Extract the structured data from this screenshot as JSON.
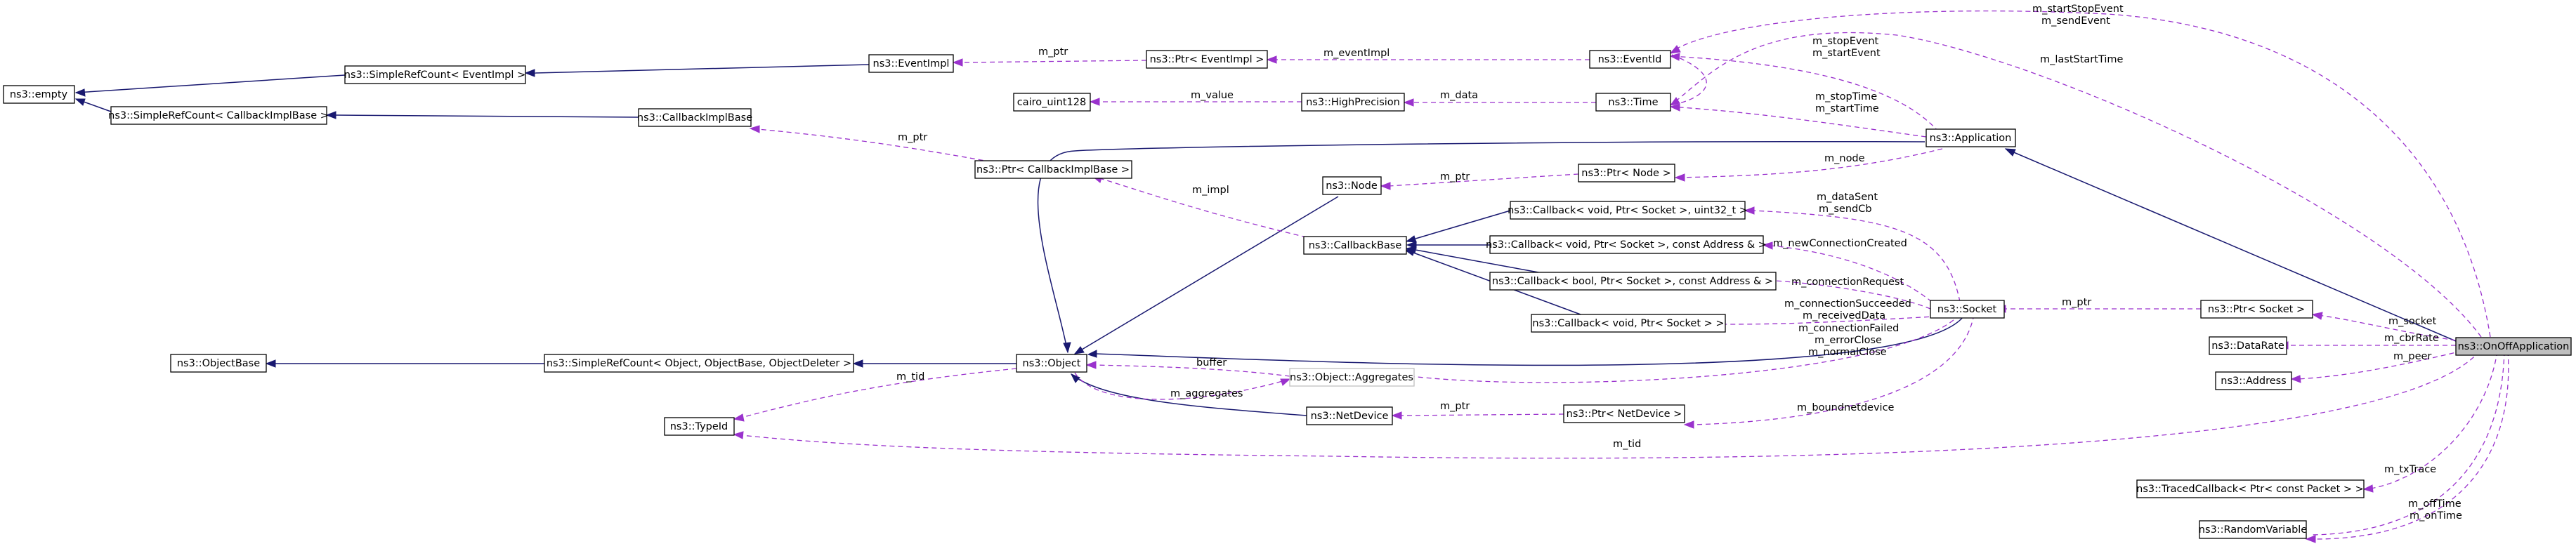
{
  "nodes": {
    "empty": "ns3::empty",
    "src_event": "ns3::SimpleRefCount< EventImpl >",
    "src_cb": "ns3::SimpleRefCount< CallbackImplBase >",
    "eventimpl": "ns3::EventImpl",
    "cbimplbase": "ns3::CallbackImplBase",
    "ptr_eventimpl": "ns3::Ptr< EventImpl >",
    "eventid": "ns3::EventId",
    "cairo": "cairo_uint128",
    "highprecision": "ns3::HighPrecision",
    "time": "ns3::Time",
    "application": "ns3::Application",
    "ptr_cbimpl": "ns3::Ptr< CallbackImplBase >",
    "node": "ns3::Node",
    "ptr_node": "ns3::Ptr< Node >",
    "cb_uint": "ns3::Callback< void, Ptr< Socket >, uint32_t >",
    "callbackbase": "ns3::CallbackBase",
    "cb_addr": "ns3::Callback< void, Ptr< Socket >, const Address & >",
    "cb_bool": "ns3::Callback< bool, Ptr< Socket >, const Address & >",
    "socket": "ns3::Socket",
    "ptr_socket": "ns3::Ptr< Socket >",
    "cb_void": "ns3::Callback< void, Ptr< Socket > >",
    "datarate": "ns3::DataRate",
    "onoff": "ns3::OnOffApplication",
    "objectbase": "ns3::ObjectBase",
    "src_object": "ns3::SimpleRefCount< Object, ObjectBase, ObjectDeleter >",
    "object": "ns3::Object",
    "aggregates": "ns3::Object::Aggregates",
    "address": "ns3::Address",
    "typeid": "ns3::TypeId",
    "netdevice": "ns3::NetDevice",
    "ptr_netdevice": "ns3::Ptr< NetDevice >",
    "tracedcb": "ns3::TracedCallback< Ptr< const Packet > >",
    "randomvar": "ns3::RandomVariable"
  },
  "edge_labels": {
    "m_ptr_event": "m_ptr",
    "m_eventImpl": "m_eventImpl",
    "m_startStopEvent": "m_startStopEvent",
    "m_sendEvent": "m_sendEvent",
    "m_lastStartTime": "m_lastStartTime",
    "m_stopEvent": "m_stopEvent",
    "m_startEvent": "m_startEvent",
    "m_value": "m_value",
    "m_data": "m_data",
    "m_stopTime": "m_stopTime",
    "m_startTime": "m_startTime",
    "m_ptr_cb": "m_ptr",
    "m_node": "m_node",
    "m_ptr_node": "m_ptr",
    "m_impl": "m_impl",
    "m_dataSent": "m_dataSent",
    "m_sendCb": "m_sendCb",
    "m_newConnectionCreated": "m_newConnectionCreated",
    "m_connectionRequest": "m_connectionRequest",
    "m_connectionSucceeded": "m_connectionSucceeded",
    "m_receivedData": "m_receivedData",
    "m_connectionFailed": "m_connectionFailed",
    "m_errorClose": "m_errorClose",
    "m_normalClose": "m_normalClose",
    "m_ptr_socket": "m_ptr",
    "m_socket": "m_socket",
    "m_cbrRate": "m_cbrRate",
    "m_peer": "m_peer",
    "buffer": "buffer",
    "m_aggregates": "m_aggregates",
    "m_tid_obj": "m_tid",
    "m_ptr_nd": "m_ptr",
    "m_boundnetdevice": "m_boundnetdevice",
    "m_tid": "m_tid",
    "m_txTrace": "m_txTrace",
    "m_offTime": "m_offTime",
    "m_onTime": "m_onTime"
  },
  "colors": {
    "inheritance_edge": "#191970",
    "usage_edge": "#9a32cd",
    "selected_node_fill": "#bfbfbf",
    "node_border": "#000000"
  }
}
